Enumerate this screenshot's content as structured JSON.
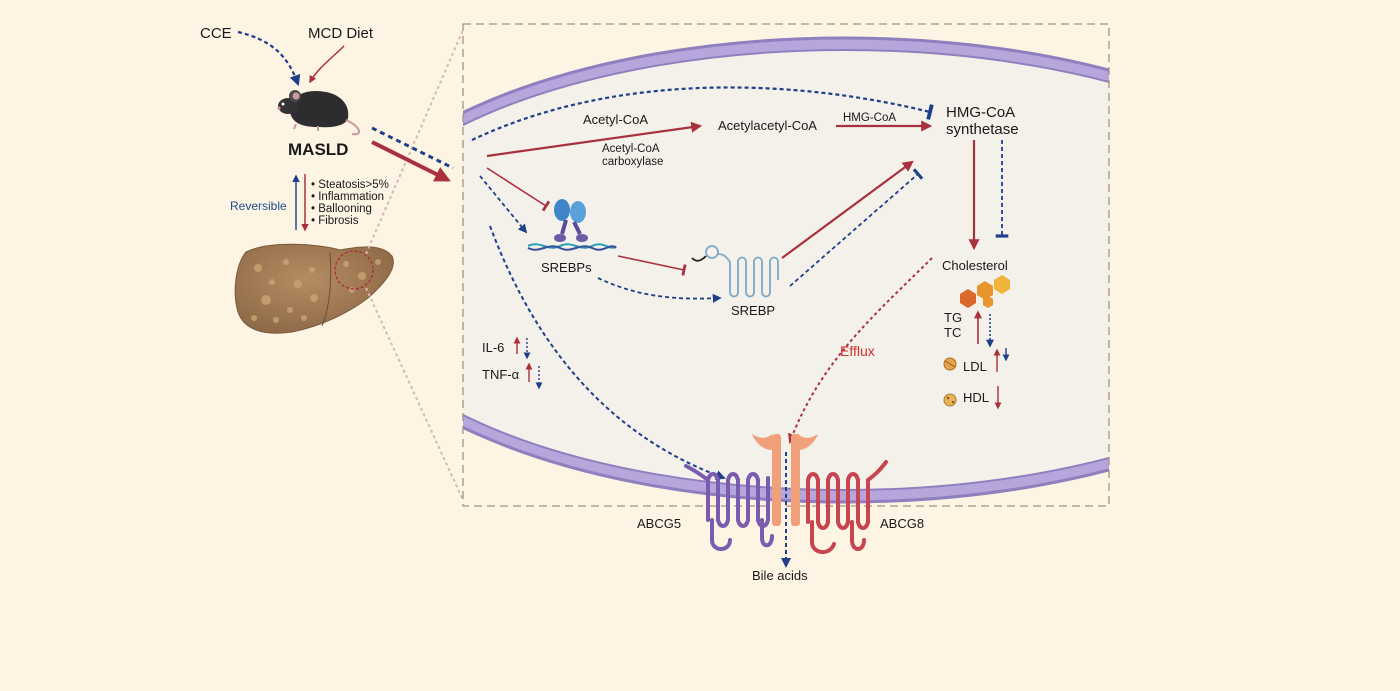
{
  "left_panel": {
    "cce_label": "CCE",
    "mcd_label": "MCD Diet",
    "masld_label": "MASLD",
    "reversible_label": "Reversible",
    "features": [
      "• Steatosis>5%",
      "• Inflammation",
      "• Ballooning",
      "• Fibrosis"
    ]
  },
  "cell": {
    "acetyl_coa": "Acetyl-CoA",
    "acetyl_coa_carboxylase_line1": "Acetyl-CoA",
    "acetyl_coa_carboxylase_line2": "carboxylase",
    "acetylacetyl_coa": "Acetylacetyl-CoA",
    "hmg_coa": "HMG-CoA",
    "hmg_synthetase_line1": "HMG-CoA",
    "hmg_synthetase_line2": "synthetase",
    "srebps": "SREBPs",
    "srebp": "SREBP",
    "cholesterol": "Cholesterol",
    "tg": "TG",
    "tc": "TC",
    "ldl": "LDL",
    "hdl": "HDL",
    "il6": "IL-6",
    "tnfa": "TNF-α",
    "efflux": "Efflux"
  },
  "membrane": {
    "abcg5": "ABCG5",
    "abcg8": "ABCG8",
    "bile_acids": "Bile acids"
  },
  "colors": {
    "background": "#fdf4e4",
    "cell_fill": "#f3f1ea",
    "membrane": "#b6a6dc",
    "membrane_edge": "#8f7fbf",
    "red_arrow": "#a8313d",
    "blue_dashed": "#1f3f8a",
    "abcg5": "#7a5bb0",
    "abcg8": "#c8454f",
    "liver": "#a47d58"
  }
}
